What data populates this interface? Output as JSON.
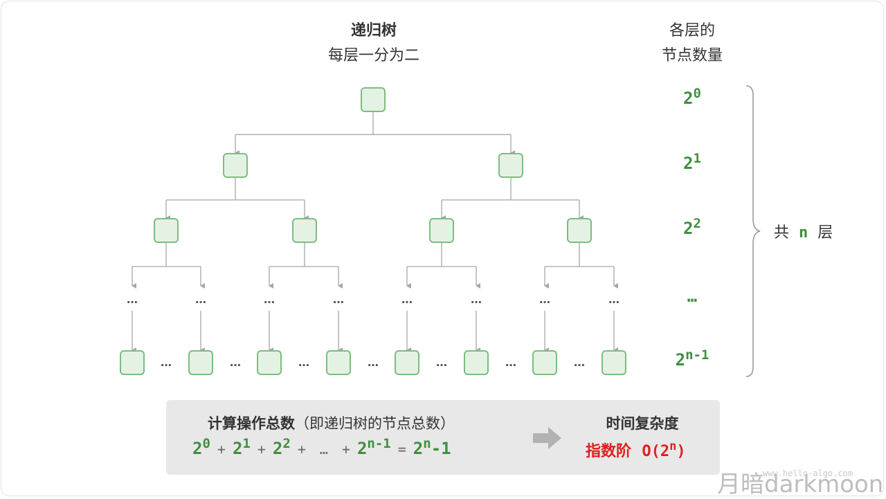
{
  "header": {
    "title": "递归树",
    "subtitle": "每层一分为二"
  },
  "side_header": {
    "line1": "各层的",
    "line2": "节点数量"
  },
  "level_counts": [
    {
      "base": "2",
      "exp": "0"
    },
    {
      "base": "2",
      "exp": "1"
    },
    {
      "base": "2",
      "exp": "2"
    },
    {
      "base": "…",
      "exp": ""
    },
    {
      "base": "2",
      "exp": "n-1"
    }
  ],
  "levels_label": {
    "prefix": "共",
    "var": "n",
    "suffix": "层"
  },
  "ellipsis": "…",
  "summary": {
    "title_bold": "计算操作总数",
    "title_paren": "（即递归树的节点总数）",
    "formula": [
      {
        "type": "term",
        "base": "2",
        "exp": "0"
      },
      {
        "type": "op",
        "text": "+"
      },
      {
        "type": "term",
        "base": "2",
        "exp": "1"
      },
      {
        "type": "op",
        "text": "+"
      },
      {
        "type": "term",
        "base": "2",
        "exp": "2"
      },
      {
        "type": "op",
        "text": "+"
      },
      {
        "type": "op",
        "text": "…"
      },
      {
        "type": "op",
        "text": "+"
      },
      {
        "type": "term",
        "base": "2",
        "exp": "n-1"
      },
      {
        "type": "op",
        "text": "="
      },
      {
        "type": "term",
        "base": "2",
        "exp": "n"
      },
      {
        "type": "term",
        "base": "-1",
        "exp": ""
      }
    ]
  },
  "complexity": {
    "label": "时间复杂度",
    "name": "指数阶",
    "expr_prefix": "O(2",
    "expr_exp": "n",
    "expr_suffix": ")"
  },
  "watermark": {
    "url": "www.hello-algo.com",
    "signature": "月暗darkmoon"
  },
  "colors": {
    "node_fill": "#e3f2e3",
    "node_border": "#7cbd7f",
    "accent_green": "#3f8f3f",
    "accent_red": "#e01e1e",
    "connector": "#a6a6a6"
  }
}
